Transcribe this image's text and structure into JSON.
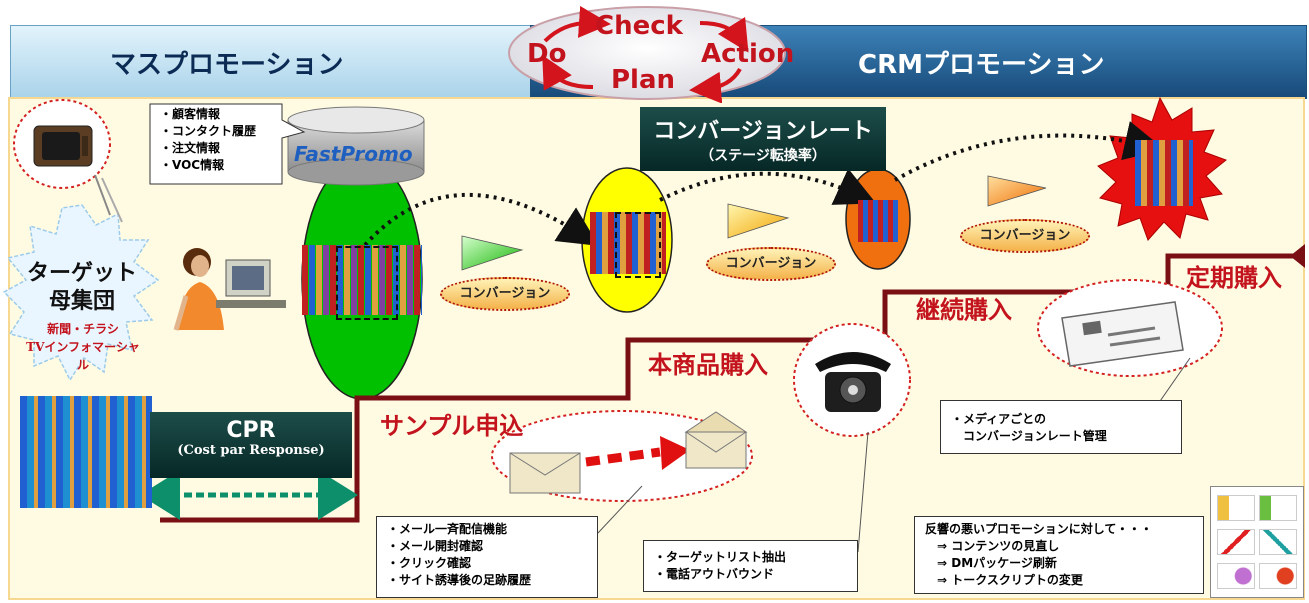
{
  "banner": {
    "left_title": "マスプロモーション",
    "right_title": "CRMプロモーション"
  },
  "pdca": {
    "check": "Check",
    "do": "Do",
    "action": "Action",
    "plan": "Plan"
  },
  "customer_info": {
    "items": [
      "・顧客情報",
      "・コンタクト履歴",
      "・注文情報",
      "・VOC情報"
    ],
    "db_label": "FastPromo"
  },
  "conversion_rate": {
    "title": "コンバージョンレート",
    "subtitle": "（ステージ転換率）"
  },
  "conversion_label": "コンバージョン",
  "target": {
    "title_line1": "ターゲット",
    "title_line2": "母集団",
    "sub_line1": "新聞・チラシ",
    "sub_line2": "TVインフォマーシャル"
  },
  "cpr": {
    "title": "CPR",
    "subtitle": "(Cost par Response)"
  },
  "stages": {
    "sample": "サンプル申込",
    "main": "本商品購入",
    "continuous": "継続購入",
    "regular": "定期購入"
  },
  "notes": {
    "email": [
      "・メール一斉配信機能",
      "・メール開封確認",
      "・クリック確認",
      "・サイト誘導後の足跡履歴"
    ],
    "phone": [
      "・ターゲットリスト抽出",
      "・電話アウトバウンド"
    ],
    "media": [
      "・メディアごとの",
      "　コンバージョンレート管理"
    ],
    "promotion": [
      "反響の悪いプロモーションに対して・・・",
      "　⇒ コンテンツの見直し",
      "　⇒ DMパッケージ刷新",
      "　⇒ トークスクリプトの変更"
    ]
  },
  "colors": {
    "banner_left": "#a9d3ea",
    "banner_right": "#174a79",
    "stage_red": "#c3141e",
    "path_dark_red": "#7a0f14",
    "ellipse_green": "#00c000",
    "ellipse_yellow": "#ffff00",
    "ellipse_orange": "#f07010",
    "burst_red": "#e61010"
  }
}
